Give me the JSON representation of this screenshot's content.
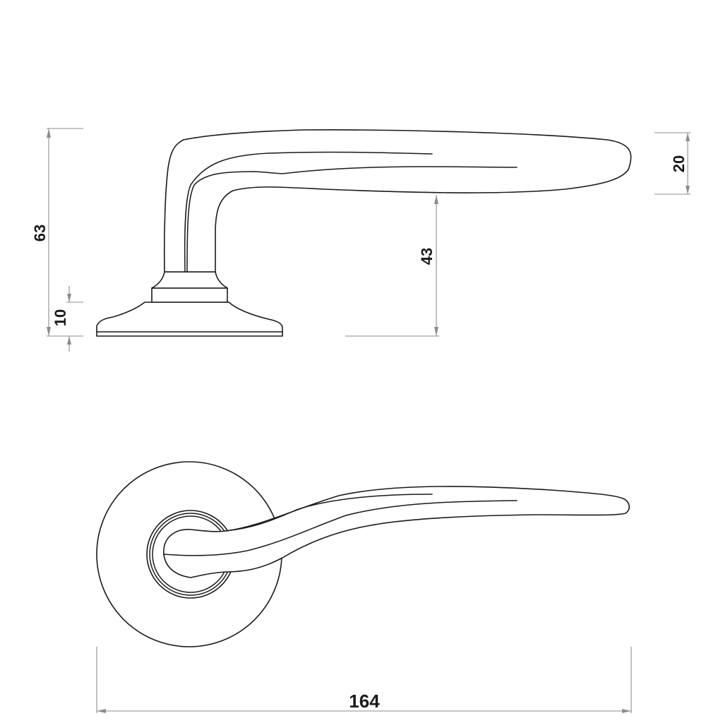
{
  "drawing": {
    "subject": "door lever handle on round rose",
    "units": "mm",
    "views": {
      "side_view": {
        "label": "side elevation"
      },
      "front_view": {
        "label": "front elevation"
      }
    },
    "dimensions": {
      "overall_height": {
        "value": "63",
        "orientation": "vertical"
      },
      "rose_height": {
        "value": "10",
        "orientation": "vertical"
      },
      "lever_clearance_height": {
        "value": "43",
        "orientation": "vertical"
      },
      "lever_tip_thickness": {
        "value": "20",
        "orientation": "vertical"
      },
      "overall_length": {
        "value": "164",
        "orientation": "horizontal"
      }
    },
    "colors": {
      "outline": "#1a1a1a",
      "dimension_line": "#8c8c8c",
      "background": "#ffffff"
    }
  }
}
